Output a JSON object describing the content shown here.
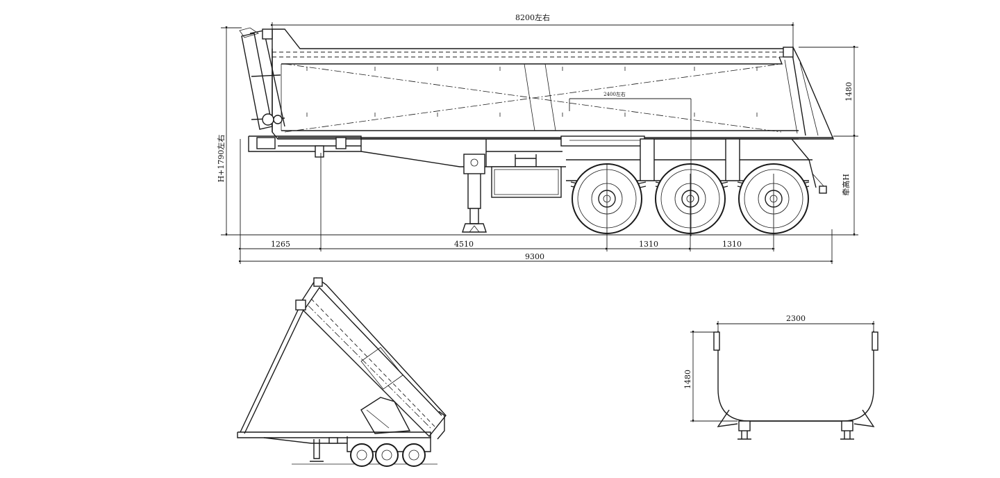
{
  "side_view": {
    "dim_top_length": "8200左右",
    "dim_inner_length": "2400左右",
    "dim_box_height": "1480",
    "dim_total_height": "H+1790左右",
    "dim_hitch_height": "牵高H",
    "dim_front": "1265",
    "dim_kingpin_to_axle": "4510",
    "dim_axle_spacing_1": "1310",
    "dim_axle_spacing_2": "1310",
    "dim_total_length": "9300"
  },
  "rear_view": {
    "dim_width": "2300",
    "dim_height": "1480"
  }
}
